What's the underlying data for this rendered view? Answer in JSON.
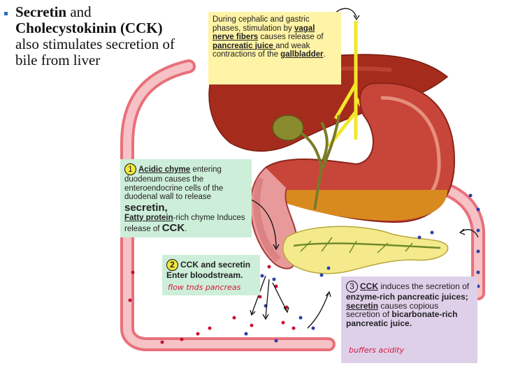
{
  "bullet": {
    "line1_bold": "Secretin",
    "line1_rest": " and",
    "line2_bold": "Cholecystokinin (CCK)",
    "line3": "also stimulates secretion of",
    "line4": "bile from liver"
  },
  "yellow_box": {
    "t1": "During cephalic and gastric phases, stimulation by ",
    "t2": "vagal nerve fibers",
    "t3": " causes release of ",
    "t4": "pancreatic juice ",
    "t5": "and weak contractions of the ",
    "t6": "gallbladder",
    "t7": "."
  },
  "box1": {
    "number": "1",
    "t1": "Acidic chyme",
    "t2": " entering duodenum causes the enteroendocrine cells of the duodenal wall to release",
    "t3": "secretin,",
    "t4": "Fatty protein",
    "t5": "-rich chyme Induces release of ",
    "t6": "CCK",
    "t7": "."
  },
  "box2": {
    "number": "2",
    "text": "CCK and secretin Enter bloodstream.",
    "handwritten": "flow tnds pancreas"
  },
  "box3": {
    "number": "3",
    "t1": "CCK",
    "t2": " induces the secretion of ",
    "t3": "enzyme-rich pancreatic juices;",
    "t4": "secretin",
    "t5": " causes copious secretion of ",
    "t6": "bicarbonate-rich pancreatic juice.",
    "handwritten": "buffers acidity"
  },
  "colors": {
    "yellow_box": "#fff3a6",
    "green_box": "#cdeed9",
    "purple_box": "#dfd0ea",
    "blood_vessel": "#e8707a",
    "liver": "#a52c1c",
    "stomach": "#c8453a",
    "pancreas": "#f4ea8c",
    "bile": "#7a7a2a",
    "annotation": "#d4163a"
  }
}
